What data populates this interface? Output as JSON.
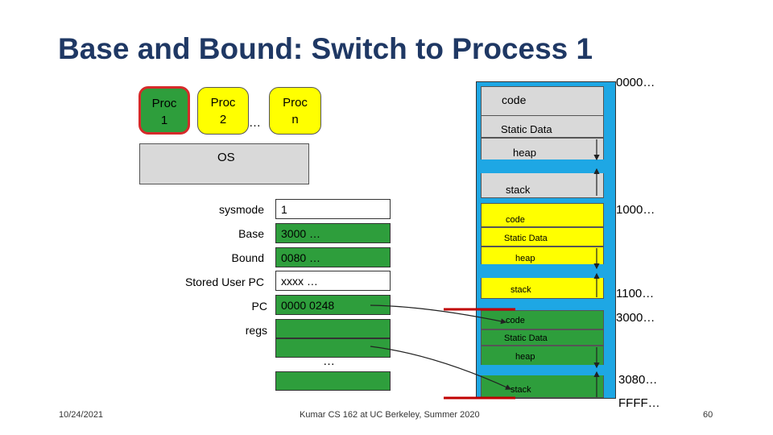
{
  "title": "Base and Bound: Switch to Process 1",
  "procs": {
    "p1": [
      "Proc",
      "1"
    ],
    "p2": [
      "Proc",
      "2"
    ],
    "pn": [
      "Proc",
      "n"
    ],
    "ellipsis": "…"
  },
  "os_label": "OS",
  "registers": {
    "sysmode_label": "sysmode",
    "sysmode_value": "1",
    "base_label": "Base",
    "base_value": "3000 …",
    "bound_label": "Bound",
    "bound_value": "0080 …",
    "stored_pc_label": "Stored User PC",
    "stored_pc_value": "xxxx …",
    "pc_label": "PC",
    "pc_value": "0000 0248",
    "regs_label": "regs",
    "regs_ellipsis": "…"
  },
  "memory": {
    "os_region": {
      "code": "code",
      "static": "Static Data",
      "heap": "heap",
      "stack": "stack"
    },
    "region_1000": {
      "code": "code",
      "static": "Static Data",
      "heap": "heap",
      "stack": "stack"
    },
    "region_3000": {
      "code": "code",
      "static": "Static Data",
      "heap": "heap",
      "stack": "stack"
    }
  },
  "addresses": {
    "a0000": "0000…",
    "a1000": "1000…",
    "a1100": "1100…",
    "a3000": "3000…",
    "a3080": "3080…",
    "affff": "FFFF…"
  },
  "footer": {
    "date": "10/24/2021",
    "course": "Kumar CS 162 at UC Berkeley, Summer 2020",
    "page": "60"
  },
  "colors": {
    "title": "#1f3864",
    "running_proc": "#2e9e3c",
    "ready_proc": "#ffff00",
    "running_border": "#d62a2a",
    "os_gray": "#d9d9d9",
    "register_green": "#2e9e3c",
    "memory_blue": "#1ea7e4",
    "arrow_red": "#c00000"
  }
}
